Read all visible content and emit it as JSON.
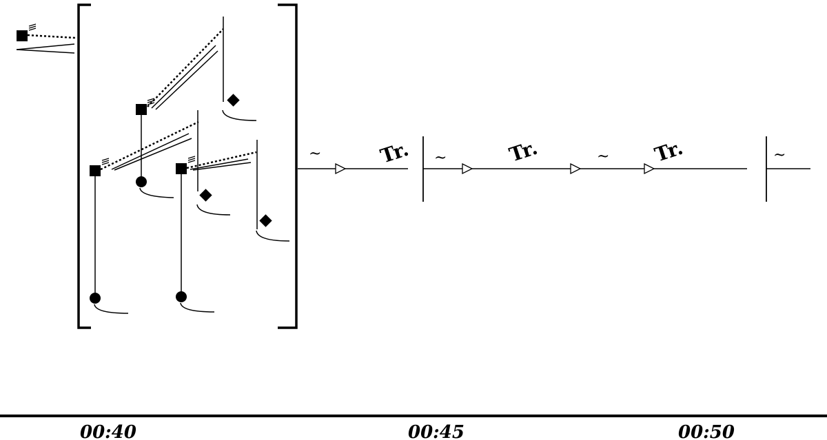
{
  "score": {
    "ornaments": {
      "trill_label": "Tr.",
      "tilde": "~"
    },
    "timeline": {
      "labels": [
        "00:40",
        "00:45",
        "00:50"
      ]
    }
  }
}
